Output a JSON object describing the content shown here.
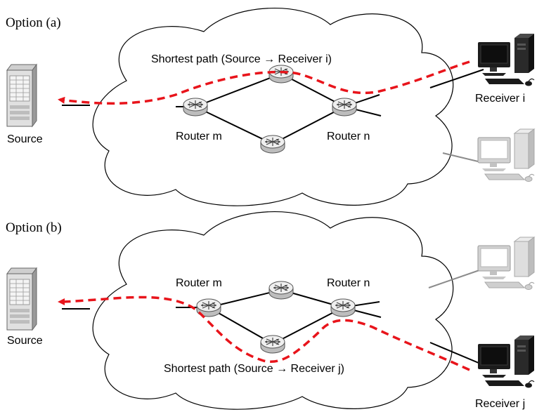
{
  "panels": [
    {
      "option_label": "Option (a)",
      "path_label": "Shortest path (Source → Receiver i)",
      "source_label": "Source",
      "router_m_label": "Router m",
      "router_n_label": "Router n",
      "receiver_label": "Receiver i"
    },
    {
      "option_label": "Option (b)",
      "path_label": "Shortest path (Source → Receiver j)",
      "source_label": "Source",
      "router_m_label": "Router m",
      "router_n_label": "Router n",
      "receiver_label": "Receiver j"
    }
  ],
  "colors": {
    "path": "#e8141b",
    "link": "#000000",
    "inactive_link": "#8c8c8c",
    "router_fill": "#e6e6e6"
  },
  "icons": {
    "source": "server-icon",
    "router": "router-icon",
    "receiver_active": "desktop-computer-icon",
    "receiver_inactive": "desktop-computer-grey-icon"
  }
}
